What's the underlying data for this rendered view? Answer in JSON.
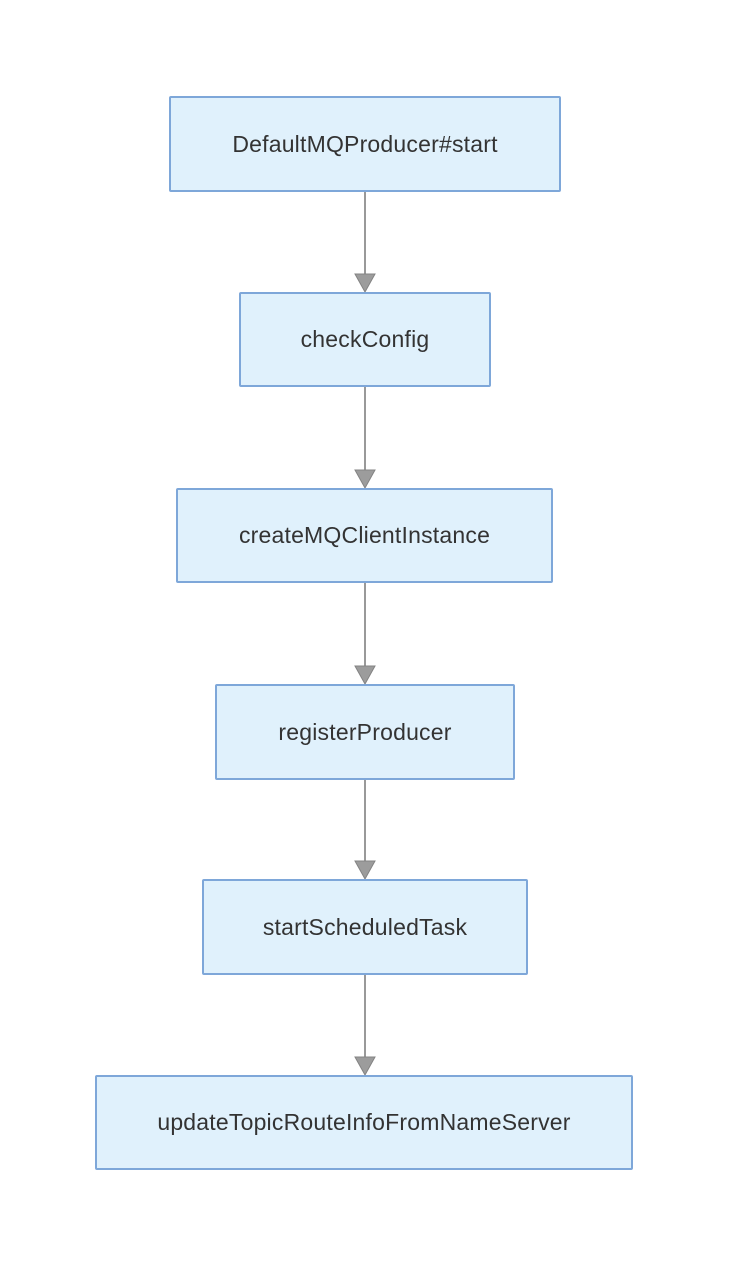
{
  "diagram": {
    "type": "flowchart",
    "direction": "top-down",
    "nodes": [
      {
        "label": "DefaultMQProducer#start"
      },
      {
        "label": "checkConfig"
      },
      {
        "label": "createMQClientInstance"
      },
      {
        "label": "registerProducer"
      },
      {
        "label": "startScheduledTask"
      },
      {
        "label": "updateTopicRouteInfoFromNameServer"
      }
    ],
    "edges": [
      {
        "from": "DefaultMQProducer#start",
        "to": "checkConfig"
      },
      {
        "from": "checkConfig",
        "to": "createMQClientInstance"
      },
      {
        "from": "createMQClientInstance",
        "to": "registerProducer"
      },
      {
        "from": "registerProducer",
        "to": "startScheduledTask"
      },
      {
        "from": "startScheduledTask",
        "to": "updateTopicRouteInfoFromNameServer"
      }
    ]
  },
  "colors": {
    "background": "#ffffff",
    "node_fill": "#e0f1fc",
    "node_border": "#7ea7d9",
    "node_text": "#333333",
    "arrow": "#999999",
    "arrowhead_outline": "#838383"
  }
}
